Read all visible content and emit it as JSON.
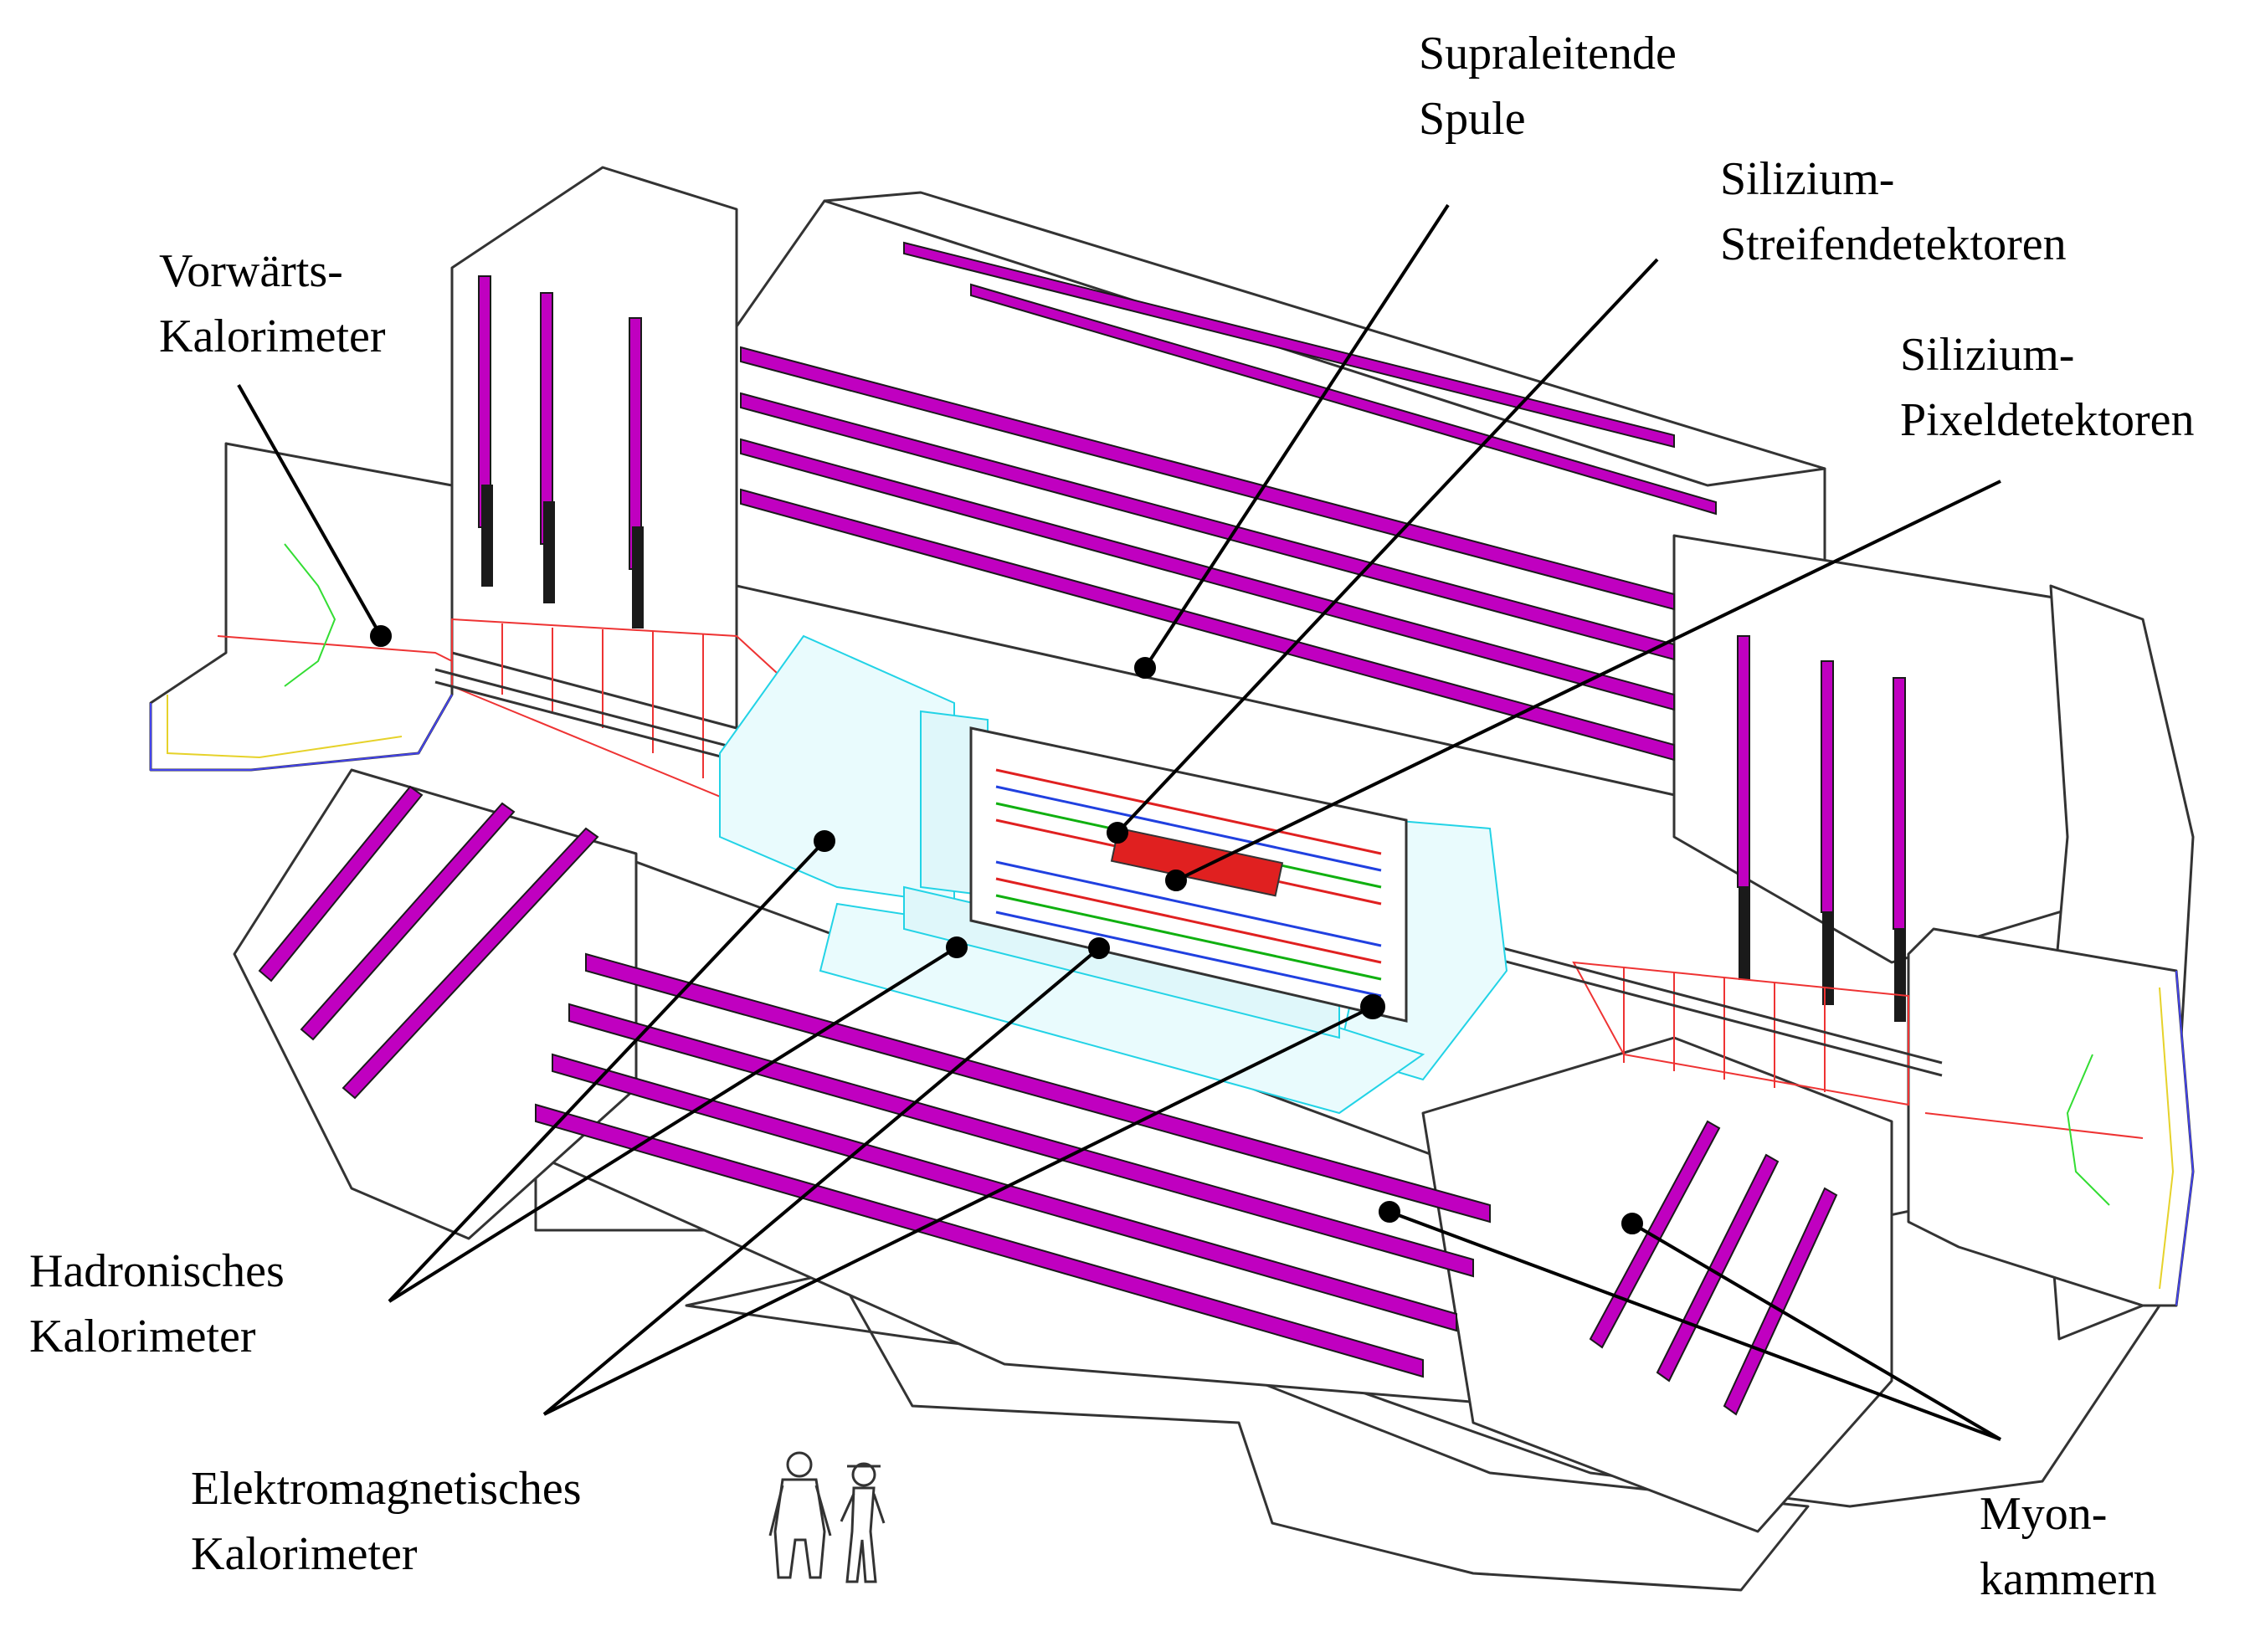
{
  "labels": {
    "supraleitende_spule": [
      "Supraleitende",
      "Spule"
    ],
    "silizium_streifen": [
      "Silizium-",
      "Streifendetektoren"
    ],
    "silizium_pixel": [
      "Silizium-",
      "Pixeldetektoren"
    ],
    "vorwaerts_kalorimeter": [
      "Vorwärts-",
      "Kalorimeter"
    ],
    "hadronisches_kalorimeter": [
      "Hadronisches",
      "Kalorimeter"
    ],
    "elektromagnetisches_kalorimeter": [
      "Elektromagnetisches",
      "Kalorimeter"
    ],
    "myonkammern": [
      "Myon-",
      "kammern"
    ]
  },
  "colors": {
    "outline": "#333333",
    "muon_chamber": "#c000c0",
    "muon_chamber_dark": "#1a1a1a",
    "calorimeter_cyan": "#22d3e6",
    "calorimeter_green": "#33dd33",
    "forward_red": "#ee3333",
    "endcap_blue": "#4444ee",
    "endcap_yellow": "#e6d22a",
    "tracker_red": "#e02020",
    "tracker_blue": "#2040e0",
    "tracker_green": "#10b010",
    "leader_line": "#000000"
  }
}
